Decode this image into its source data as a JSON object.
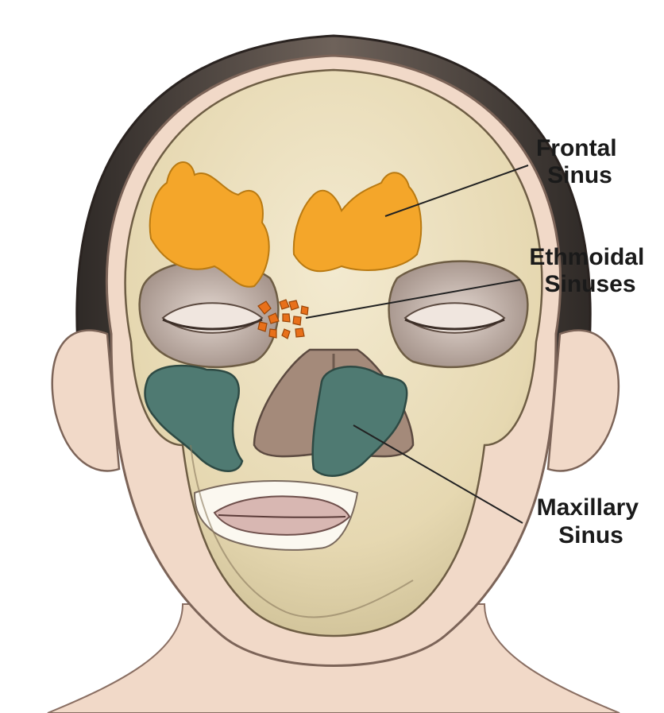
{
  "labels": {
    "frontal": {
      "line1": "Frontal",
      "line2": "Sinus"
    },
    "ethmoidal": {
      "line1": "Ethmoidal",
      "line2": "Sinuses"
    },
    "maxillary": {
      "line1": "Maxillary",
      "line2": "Sinus"
    }
  },
  "colors": {
    "frontal_sinus": "#f4a62a",
    "ethmoidal_sinus": "#e8701a",
    "maxillary_sinus": "#4f7a72",
    "skull": "#e9ddbb",
    "skin": "#f1d9c8",
    "hair": "#3a3430"
  }
}
